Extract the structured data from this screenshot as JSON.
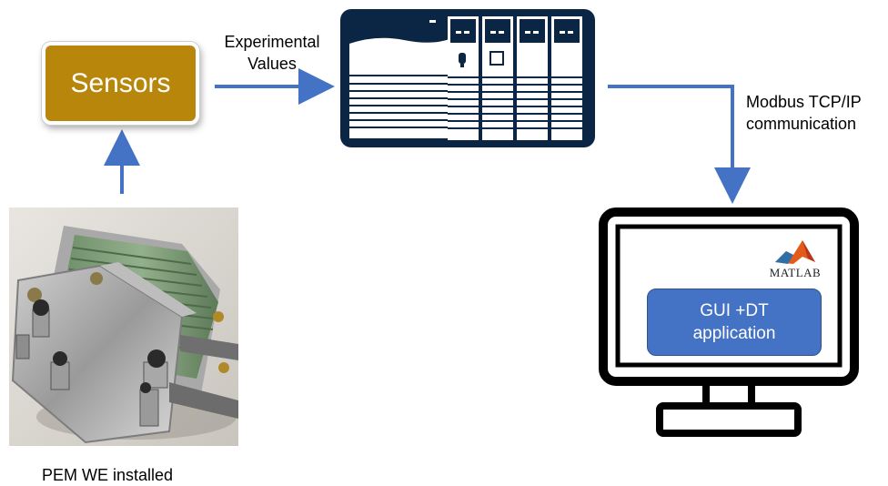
{
  "nodes": {
    "sensors": {
      "label": "Sensors"
    },
    "plc": {
      "icon": "plc-controller-icon"
    },
    "computer": {
      "icon": "computer-monitor-icon"
    },
    "gui_app": {
      "line1": "GUI +DT",
      "line2": "application"
    },
    "matlab": {
      "label": "MATLAB",
      "icon": "matlab-logo-icon"
    },
    "pem_photo": {
      "caption": "PEM WE installed"
    }
  },
  "edges": {
    "experimental_values": {
      "line1": "Experimental",
      "line2": "Values"
    },
    "modbus": {
      "line1": "Modbus TCP/IP",
      "line2": "communication"
    }
  },
  "colors": {
    "arrow": "#4472c4",
    "sensors_fill": "#b8860b",
    "plc_fill": "#0b2545",
    "gui_fill": "#4472c4"
  }
}
